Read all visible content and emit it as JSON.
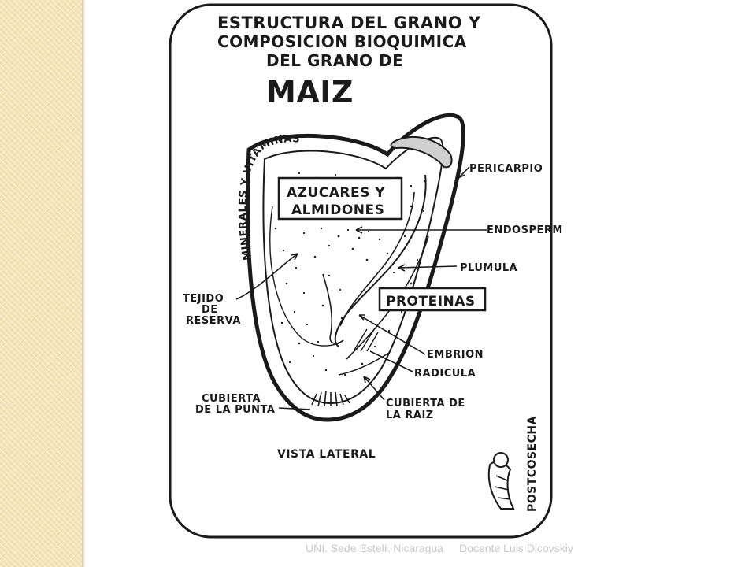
{
  "diagram": {
    "title_lines": [
      "ESTRUCTURA DEL GRANO Y",
      "COMPOSICION BIOQUIMICA",
      "DEL GRANO DE"
    ],
    "subject": "MAIZ",
    "arc_label": "MINERALES Y VITAMINAS",
    "box_sugars": [
      "AZUCARES Y",
      "ALMIDONES"
    ],
    "box_proteins": "PROTEINAS",
    "labels": {
      "pericarpio": "PERICARPIO",
      "endosperma": "ENDOSPERMA",
      "plumula": "PLUMULA",
      "tejido_reserva": [
        "TEJIDO",
        "DE",
        "RESERVA"
      ],
      "embrion": "EMBRION",
      "radicula": "RADICULA",
      "cubierta_raiz": [
        "CUBIERTA DE",
        "LA RAIZ"
      ],
      "cubierta_punta": [
        "CUBIERTA",
        "DE LA PUNTA"
      ]
    },
    "view_label": "VISTA LATERAL",
    "logo_text": "POSTCOSECHA"
  },
  "footer": {
    "institution": "UNI. Sede Estelí. Nicaragua",
    "author": "Docente Luis Dicovskiy"
  },
  "colors": {
    "ink": "#1a1a1a",
    "side_band": "#f4e3b5",
    "footer_text": "#c9c9c9"
  }
}
